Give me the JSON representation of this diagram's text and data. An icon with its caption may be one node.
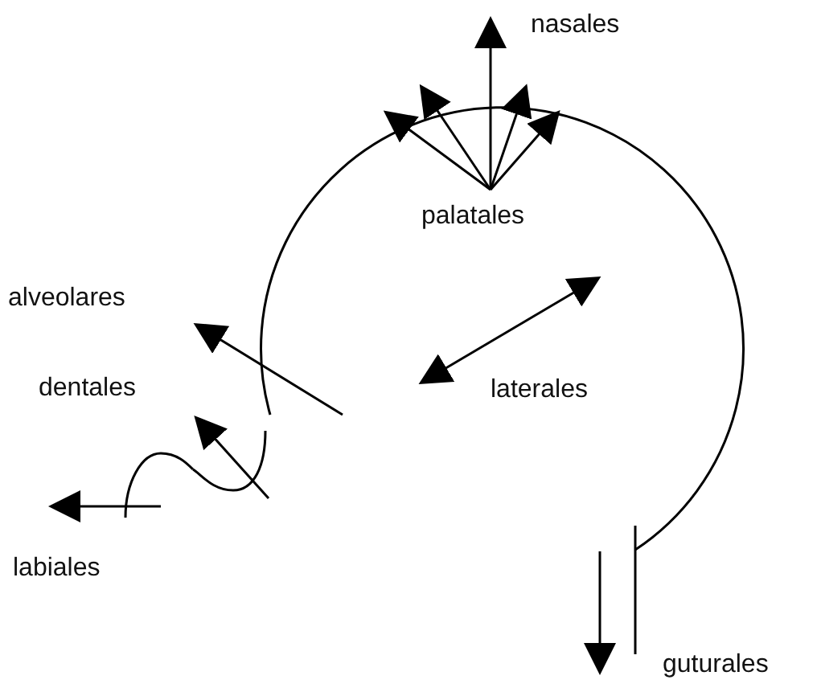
{
  "diagram": {
    "labels": [
      "nasales",
      "palatales",
      "alveolares",
      "dentales",
      "laterales",
      "labiales",
      "guturales"
    ]
  }
}
